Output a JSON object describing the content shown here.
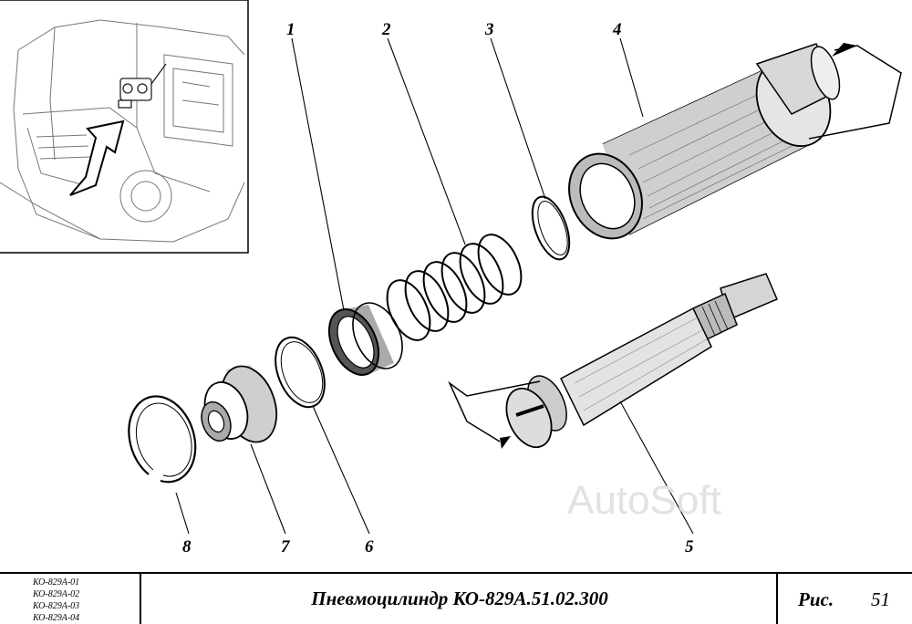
{
  "callouts": {
    "n1": "1",
    "n2": "2",
    "n3": "3",
    "n4": "4",
    "n5": "5",
    "n6": "6",
    "n7": "7",
    "n8": "8"
  },
  "watermark": "AutoSoft",
  "footer": {
    "variants": [
      "КО-829А-01",
      "КО-829А-02",
      "КО-829А-03",
      "КО-829А-04"
    ],
    "title": "Пневмоцилиндр КО-829А.51.02.300",
    "fig_label": "Рис.",
    "fig_number": "51"
  }
}
